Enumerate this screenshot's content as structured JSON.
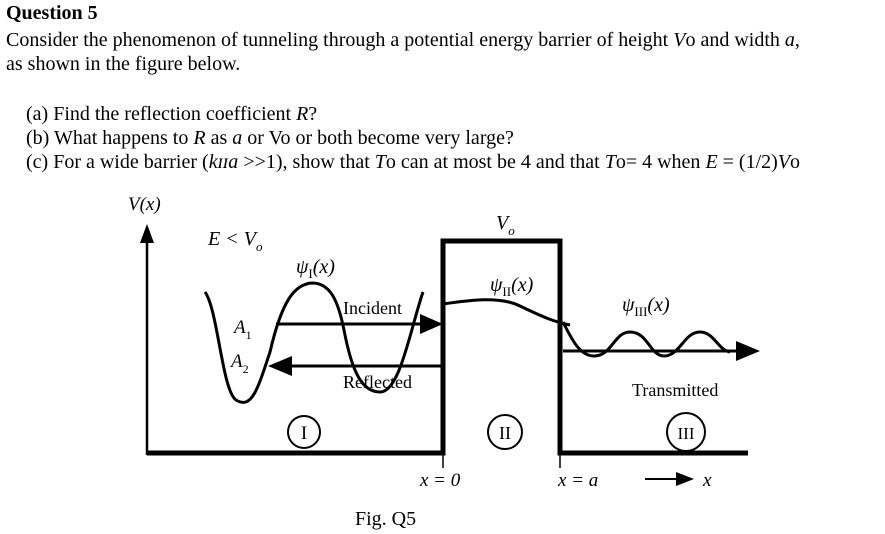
{
  "question": {
    "title": "Question 5",
    "intro_a": "Consider the phenomenon of tunneling through a potential energy barrier of height ",
    "intro_V": "V",
    "intro_o": "o",
    "intro_b": " and width ",
    "intro_aw": "a",
    "intro_c": ",",
    "intro_d": "as shown in the figure below."
  },
  "parts": [
    {
      "id": "a",
      "segments": [
        {
          "t": "(a) Find the reflection coefficient "
        },
        {
          "t": "R",
          "i": true
        },
        {
          "t": "?"
        }
      ]
    },
    {
      "id": "b",
      "segments": [
        {
          "t": "(b) What happens to "
        },
        {
          "t": "R",
          "i": true
        },
        {
          "t": " as "
        },
        {
          "t": "a",
          "i": true
        },
        {
          "t": " or V"
        },
        {
          "t": "o"
        },
        {
          "t": " or both become very large?"
        }
      ]
    },
    {
      "id": "c",
      "segments": [
        {
          "t": "(c) For a wide barrier ("
        },
        {
          "t": "kɪɪa",
          "i": true
        },
        {
          "t": " >>1), show that "
        },
        {
          "t": "T",
          "i": true
        },
        {
          "t": "o can at most be 4 and that "
        },
        {
          "t": "T",
          "i": true
        },
        {
          "t": "o= 4 when "
        },
        {
          "t": "E",
          "i": true
        },
        {
          "t": " = (1/2)"
        },
        {
          "t": "V",
          "i": true
        },
        {
          "t": "o"
        }
      ]
    }
  ],
  "figure": {
    "v_axis_label": "V(x)",
    "energy_label_E": "E < V",
    "energy_label_sub": "o",
    "barrier_label": "V",
    "barrier_sub": "o",
    "psi_I": "ψ",
    "psi_I_sub": "I",
    "psi_II_sub": "II",
    "psi_III_sub": "III",
    "psi_arg": "(x)",
    "A1": "A",
    "A1_sub": "1",
    "A2": "A",
    "A2_sub": "2",
    "incident": "Incident",
    "reflected": "Reflected",
    "transmitted": "Transmitted",
    "region_I": "I",
    "region_II": "II",
    "region_III": "III",
    "x0": "x = 0",
    "xa": "x = a",
    "x_axis": "x",
    "caption": "Fig. Q5"
  }
}
